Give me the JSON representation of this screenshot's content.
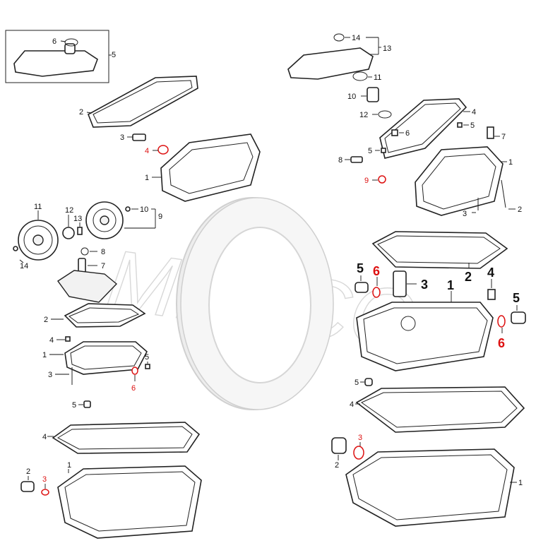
{
  "watermark": "MEACO",
  "panel_a": {
    "labels": [
      "6",
      "5",
      "2",
      "3",
      "4",
      "1"
    ],
    "red": [
      "4"
    ]
  },
  "panel_b": {
    "labels": [
      "14",
      "13",
      "11",
      "10",
      "12",
      "4",
      "6",
      "5",
      "5",
      "7",
      "8",
      "9",
      "1",
      "3",
      "2"
    ],
    "red": [
      "9"
    ]
  },
  "panel_c": {
    "labels": [
      "11",
      "12",
      "13",
      "10",
      "9",
      "8",
      "14",
      "7",
      "2",
      "4",
      "1",
      "5",
      "3",
      "6",
      "5"
    ],
    "red": [
      "6"
    ]
  },
  "panel_d": {
    "labels": [
      "5",
      "6",
      "3",
      "1",
      "2",
      "4",
      "5",
      "6"
    ],
    "red": [
      "6",
      "6"
    ]
  },
  "panel_e": {
    "labels": [
      "4",
      "2",
      "3",
      "1"
    ],
    "red": [
      "3"
    ]
  },
  "panel_f": {
    "labels": [
      "5",
      "4",
      "3",
      "2",
      "1"
    ],
    "red": [
      "3"
    ]
  }
}
